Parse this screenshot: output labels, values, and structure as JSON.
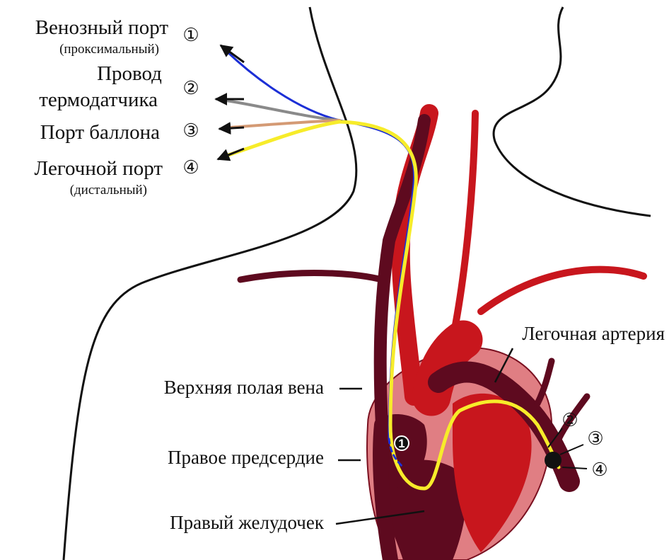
{
  "ports": [
    {
      "label": "Венозный порт",
      "sub": "(проксимальный)",
      "num": "①"
    },
    {
      "label_line1": "Провод",
      "label_line2": "термодатчика",
      "num": "②"
    },
    {
      "label": "Порт баллона",
      "num": "③"
    },
    {
      "label": "Легочной порт",
      "sub": "(дистальный)",
      "num": "④"
    }
  ],
  "anatomy": {
    "svc": "Верхняя полая вена",
    "ra": "Правое предсердие",
    "rv": "Правый желудочек",
    "pa": "Легочная артерия"
  },
  "markers": {
    "inner_num": "1",
    "tip_nums": [
      "②",
      "③",
      "④"
    ]
  },
  "colors": {
    "blue": "#1c2fd6",
    "gray": "#8a8a8a",
    "tan": "#d49a74",
    "yellow": "#f7ec2a",
    "artery": "#c8161d",
    "vein": "#5e0a1f",
    "heart_pink": "#e07e83"
  }
}
